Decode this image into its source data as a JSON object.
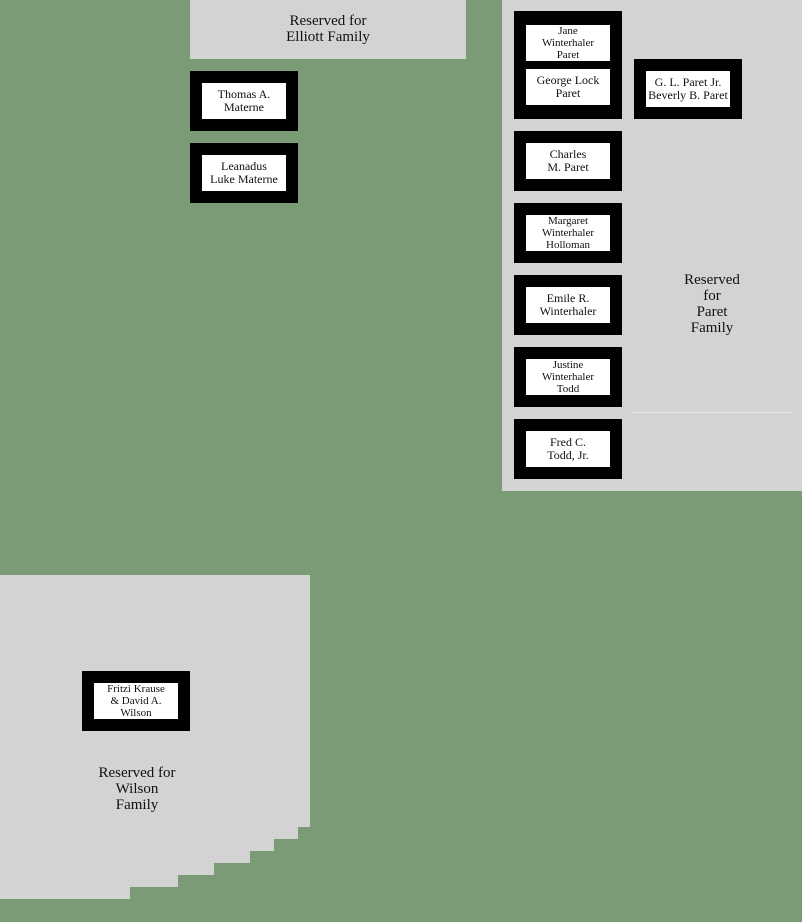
{
  "reserved": {
    "elliott": "Reserved for\nElliott Family",
    "paret": "Reserved\nfor\nParet\nFamily",
    "wilson": "Reserved for\nWilson\nFamily"
  },
  "plots": {
    "thomas": "Thomas A.\nMaterne",
    "leanadus": "Leanadus\nLuke Materne",
    "jane": "Jane\nWinterhaler\nParet",
    "george": "George Lock\nParet",
    "gl_beverly": "G. L. Paret Jr.\nBeverly B. Paret",
    "charles": "Charles\nM. Paret",
    "margaret": "Margaret\nWinterhaler\nHolloman",
    "emile": "Emile R.\nWinterhaler",
    "justine": "Justine\nWinterhaler\nTodd",
    "fred": "Fred C.\nTodd, Jr.",
    "fritzi": "Fritzi Krause\n& David A.\nWilson"
  },
  "colors": {
    "ground": "#7b9a76",
    "reserved_area": "#d3d3d3",
    "plot_border": "#000000",
    "plot_label_bg": "#ffffff"
  }
}
